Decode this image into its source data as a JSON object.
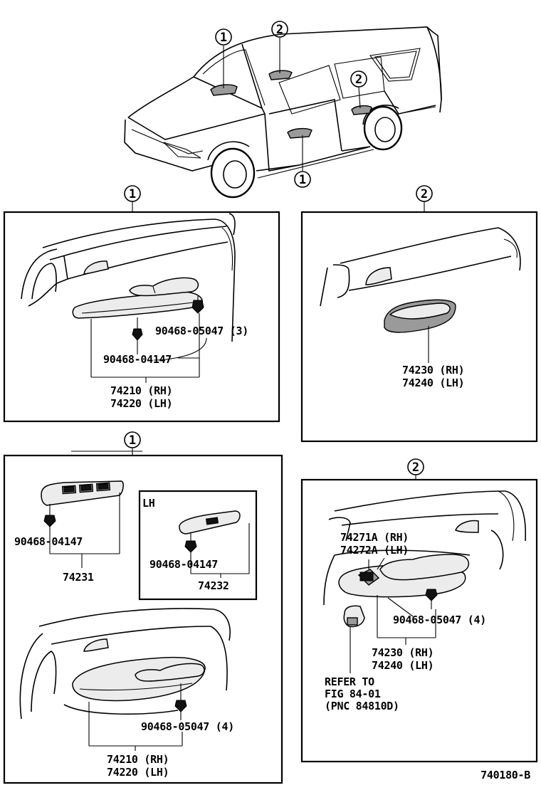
{
  "callouts": {
    "c1": "1",
    "c2": "2"
  },
  "panel_a": {
    "clip_label": "90468-05047 (3)",
    "screw_label": "90468-04147",
    "part_rh": "74210 (RH)",
    "part_lh": "74220 (LH)"
  },
  "panel_b": {
    "part_rh": "74230 (RH)",
    "part_lh": "74240 (LH)"
  },
  "panel_c": {
    "screw_label": "90468-04147",
    "switch_base": "74231",
    "lh_title": "LH",
    "lh_screw_label": "90468-04147",
    "lh_base": "74232",
    "clip_label": "90468-05047 (4)",
    "part_rh": "74210 (RH)",
    "part_lh": "74220 (LH)"
  },
  "panel_d": {
    "bezel_rh": "74271A (RH)",
    "bezel_lh": "74272A (LH)",
    "clip_label": "90468-05047 (4)",
    "part_rh": "74230 (RH)",
    "part_lh": "74240 (LH)",
    "refer_line1": "REFER TO",
    "refer_line2": "FIG 84-01",
    "refer_line3": "(PNC 84810D)"
  },
  "figure_code": "740180-B"
}
